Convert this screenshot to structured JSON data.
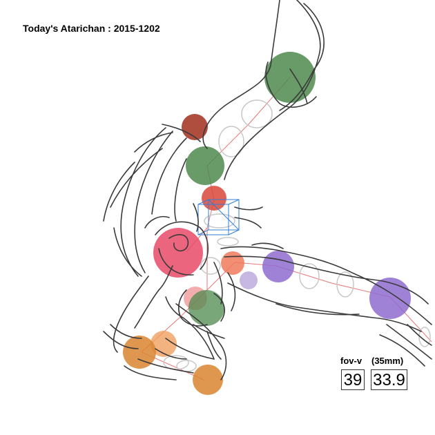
{
  "title": "Today's Atarichan : 2015-1202",
  "fov": {
    "label_v": "fov-v",
    "label_mm": "(35mm)",
    "value_v": "39",
    "value_mm": "33.9"
  },
  "colors": {
    "stroke": "#3a3a3a",
    "bone": "#e05555",
    "guide": "#c8c8c8",
    "cube": "#2f7fd8",
    "green": "#4e8a4e",
    "red_brown": "#a63a2a",
    "red": "#d9473a",
    "pink": "#e84a68",
    "salmon": "#ef7a5a",
    "purple": "#8e6ccf",
    "orange": "#d98530",
    "light_orange": "#f0a060"
  }
}
